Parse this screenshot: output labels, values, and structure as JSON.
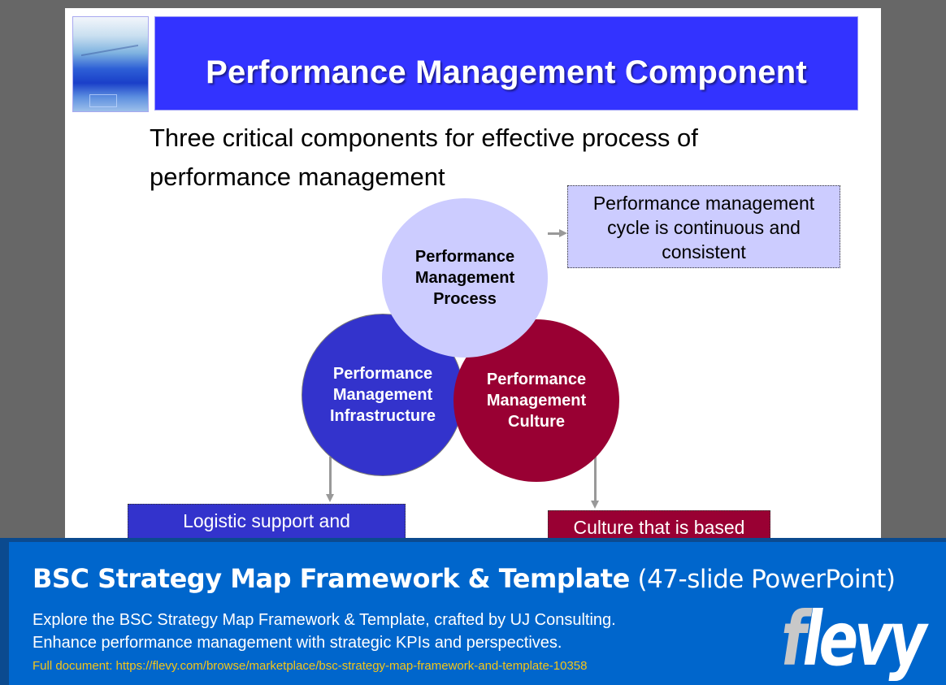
{
  "slide": {
    "title": "Performance Management Component",
    "subtitle_line1": "Three critical components for effective process of",
    "subtitle_line2": "performance management",
    "diagram": {
      "process_circle": {
        "line1": "Performance",
        "line2": "Management",
        "line3": "Process",
        "color": "#ccccff"
      },
      "infrastructure_circle": {
        "line1": "Performance",
        "line2": "Management",
        "line3": "Infrastructure",
        "color": "#3333cc"
      },
      "culture_circle": {
        "line1": "Performance",
        "line2": "Management",
        "line3": "Culture",
        "color": "#990033"
      },
      "cycle_box": {
        "line1": "Performance management",
        "line2": "cycle is continuous and",
        "line3": "consistent"
      },
      "logistic_box": {
        "text": "Logistic support and"
      },
      "culture_box": {
        "text": "Culture that is based"
      }
    },
    "title_bar_color": "#3333ff"
  },
  "banner": {
    "title_bold": "BSC Strategy Map Framework & Template",
    "title_light": "(47-slide PowerPoint)",
    "desc_line1": "Explore the BSC Strategy Map Framework & Template, crafted by UJ Consulting.",
    "desc_line2": "Enhance performance management with strategic KPIs and perspectives.",
    "link": "Full document: https://flevy.com/browse/marketplace/bsc-strategy-map-framework-and-template-10358",
    "logo_f": "f",
    "logo_rest": "levy",
    "bg_color": "#0066cc",
    "link_color": "#f5c518"
  }
}
